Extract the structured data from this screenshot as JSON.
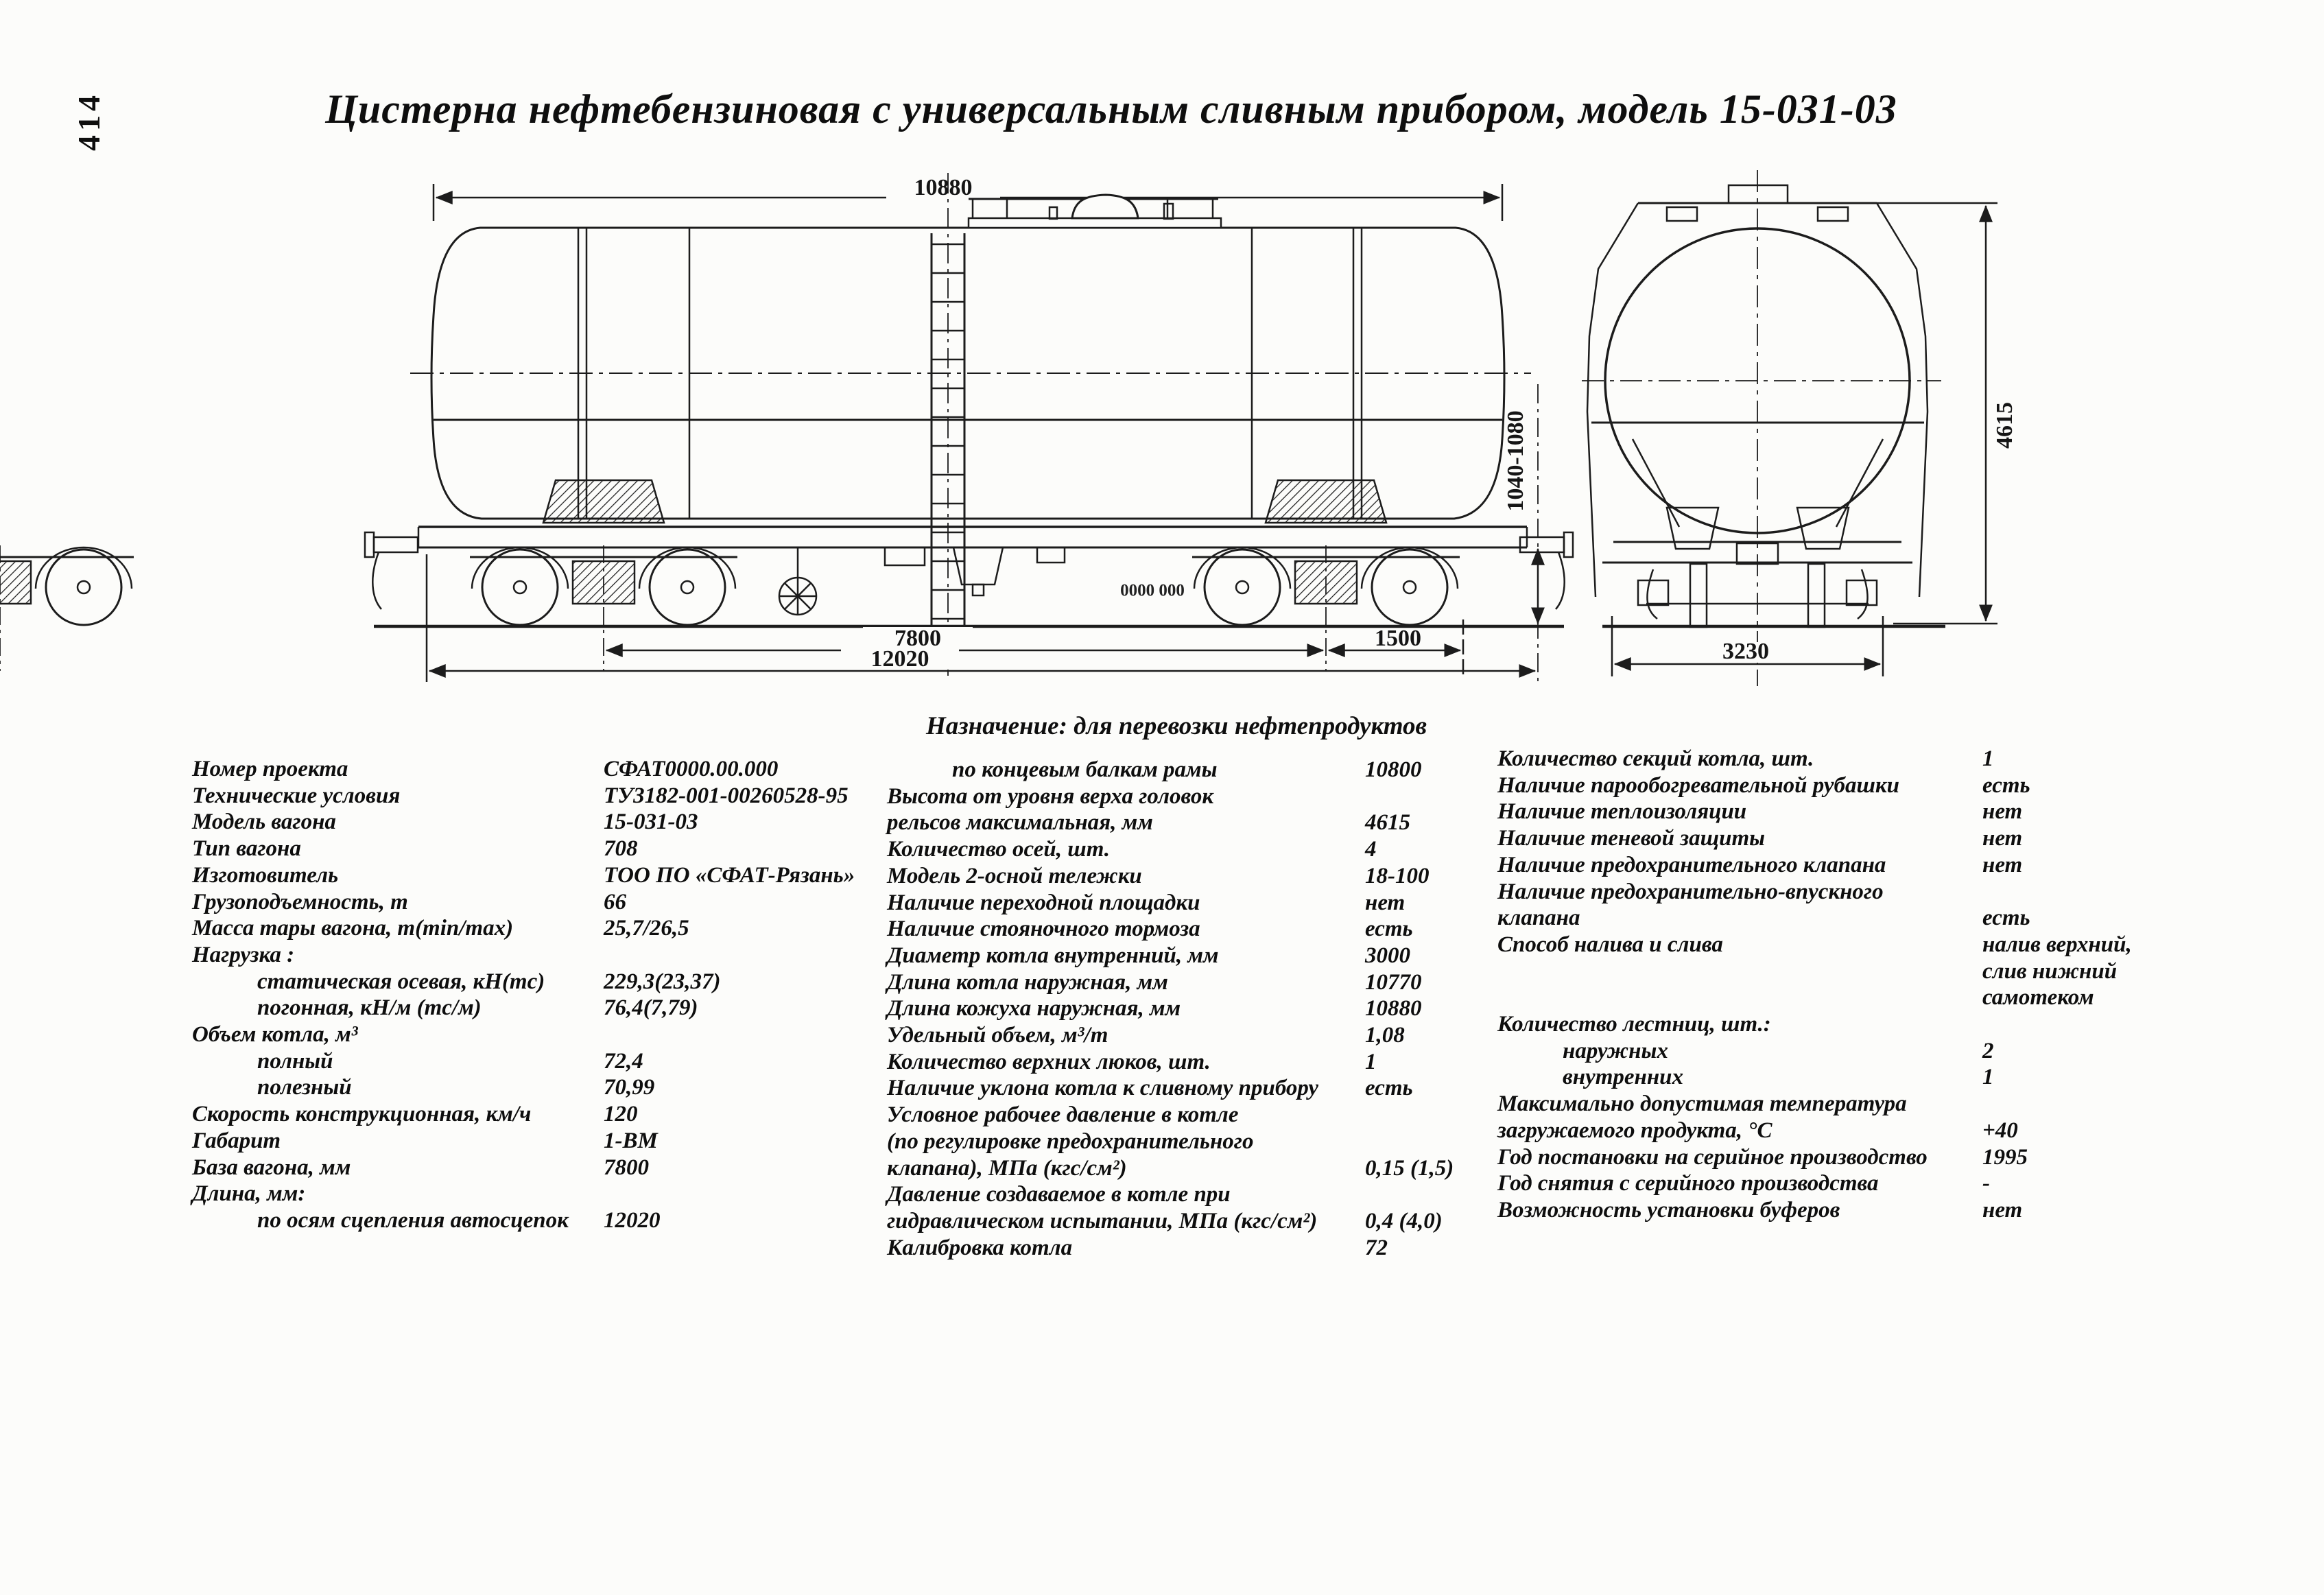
{
  "page": {
    "number": "414"
  },
  "title": "Цистерна нефтебензиновая с универсальным сливным прибором, модель 15-031-03",
  "drawing": {
    "cover_length": "10880",
    "wheel_base": "7800",
    "length_over_couplers": "12020",
    "bogie_end_offset": "1500",
    "max_height": "4615",
    "end_width": "3230",
    "coupler_height_range": "1040-1080",
    "stencil": "000 0000"
  },
  "specs": {
    "col1": {
      "rows": [
        {
          "label": "Номер проекта",
          "value": "СФАТ0000.00.000",
          "indent": 0
        },
        {
          "label": "Технические условия",
          "value": "ТУ3182-001-00260528-95",
          "indent": 0
        },
        {
          "label": "Модель вагона",
          "value": "15-031-03",
          "indent": 0
        },
        {
          "label": "Тип вагона",
          "value": "708",
          "indent": 0
        },
        {
          "label": "Изготовитель",
          "value": "ТОО ПО «СФАТ-Рязань»",
          "indent": 0
        },
        {
          "label": "Грузоподъемность, т",
          "value": "66",
          "indent": 0
        },
        {
          "label": "Масса тары вагона, т(min/max)",
          "value": "25,7/26,5",
          "indent": 0
        },
        {
          "label": "Нагрузка :",
          "value": "",
          "indent": 0
        },
        {
          "label": "статическая осевая, кН(тс)",
          "value": "229,3(23,37)",
          "indent": 1
        },
        {
          "label": "погонная, кН/м (тс/м)",
          "value": "76,4(7,79)",
          "indent": 1
        },
        {
          "label": "Объем котла, м³",
          "value": "",
          "indent": 0
        },
        {
          "label": "полный",
          "value": "72,4",
          "indent": 1
        },
        {
          "label": "полезный",
          "value": "70,99",
          "indent": 1
        },
        {
          "label": "Скорость конструкционная, км/ч",
          "value": "120",
          "indent": 0
        },
        {
          "label": "Габарит",
          "value": "1-ВМ",
          "indent": 0
        },
        {
          "label": "База вагона, мм",
          "value": "7800",
          "indent": 0
        },
        {
          "label": "Длина, мм:",
          "value": "",
          "indent": 0
        },
        {
          "label": "по осям сцепления автосцепок",
          "value": "12020",
          "indent": 1
        }
      ]
    },
    "col2": {
      "header": "Назначение: для перевозки нефтепродуктов",
      "rows": [
        {
          "label": "по концевым балкам рамы",
          "value": "10800",
          "indent": 1
        },
        {
          "label": "Высота от уровня верха головок",
          "value": "",
          "indent": 0
        },
        {
          "label": "рельсов максимальная, мм",
          "value": "4615",
          "indent": 0
        },
        {
          "label": "Количество осей, шт.",
          "value": "4",
          "indent": 0
        },
        {
          "label": "Модель 2-осной тележки",
          "value": "18-100",
          "indent": 0
        },
        {
          "label": "Наличие переходной площадки",
          "value": "нет",
          "indent": 0
        },
        {
          "label": "Наличие стояночного тормоза",
          "value": "есть",
          "indent": 0
        },
        {
          "label": "Диаметр котла внутренний, мм",
          "value": "3000",
          "indent": 0
        },
        {
          "label": "Длина котла наружная, мм",
          "value": "10770",
          "indent": 0
        },
        {
          "label": "Длина кожуха наружная, мм",
          "value": "10880",
          "indent": 0
        },
        {
          "label": "Удельный объем, м³/т",
          "value": "1,08",
          "indent": 0
        },
        {
          "label": "Количество верхних люков, шт.",
          "value": "1",
          "indent": 0
        },
        {
          "label": "Наличие уклона котла к сливному прибору",
          "value": "есть",
          "indent": 0
        },
        {
          "label": "Условное рабочее давление в котле",
          "value": "",
          "indent": 0
        },
        {
          "label": "(по регулировке предохранительного",
          "value": "",
          "indent": 0
        },
        {
          "label": "клапана), МПа (кгс/см²)",
          "value": "0,15 (1,5)",
          "indent": 0
        },
        {
          "label": "Давление создаваемое в котле при",
          "value": "",
          "indent": 0
        },
        {
          "label": "гидравлическом испытании, МПа (кгс/см²)",
          "value": "0,4 (4,0)",
          "indent": 0
        },
        {
          "label": "Калибровка котла",
          "value": "72",
          "indent": 0
        }
      ]
    },
    "col3": {
      "rows": [
        {
          "label": "Количество секций котла, шт.",
          "value": "1",
          "indent": 0
        },
        {
          "label": "Наличие парообогревательной рубашки",
          "value": "есть",
          "indent": 0
        },
        {
          "label": "Наличие теплоизоляции",
          "value": "нет",
          "indent": 0
        },
        {
          "label": "Наличие теневой защиты",
          "value": "нет",
          "indent": 0
        },
        {
          "label": "Наличие предохранительного клапана",
          "value": "нет",
          "indent": 0
        },
        {
          "label": "Наличие предохранительно-впускного",
          "value": "",
          "indent": 0
        },
        {
          "label": "клапана",
          "value": "есть",
          "indent": 0
        },
        {
          "label": "Способ налива и слива",
          "value": "налив верхний,",
          "indent": 0
        },
        {
          "label": "",
          "value": "слив нижний",
          "indent": 0
        },
        {
          "label": "",
          "value": "самотеком",
          "indent": 0
        },
        {
          "label": "Количество лестниц, шт.:",
          "value": "",
          "indent": 0
        },
        {
          "label": "наружных",
          "value": "2",
          "indent": 1
        },
        {
          "label": "внутренних",
          "value": "1",
          "indent": 1
        },
        {
          "label": "Максимально допустимая температура",
          "value": "",
          "indent": 0
        },
        {
          "label": "загружаемого продукта, °С",
          "value": "+40",
          "indent": 0
        },
        {
          "label": "Год постановки на серийное производство",
          "value": "1995",
          "indent": 0
        },
        {
          "label": "Год снятия с серийного производства",
          "value": "-",
          "indent": 0
        },
        {
          "label": "Возможность установки буферов",
          "value": "нет",
          "indent": 0
        }
      ]
    }
  }
}
